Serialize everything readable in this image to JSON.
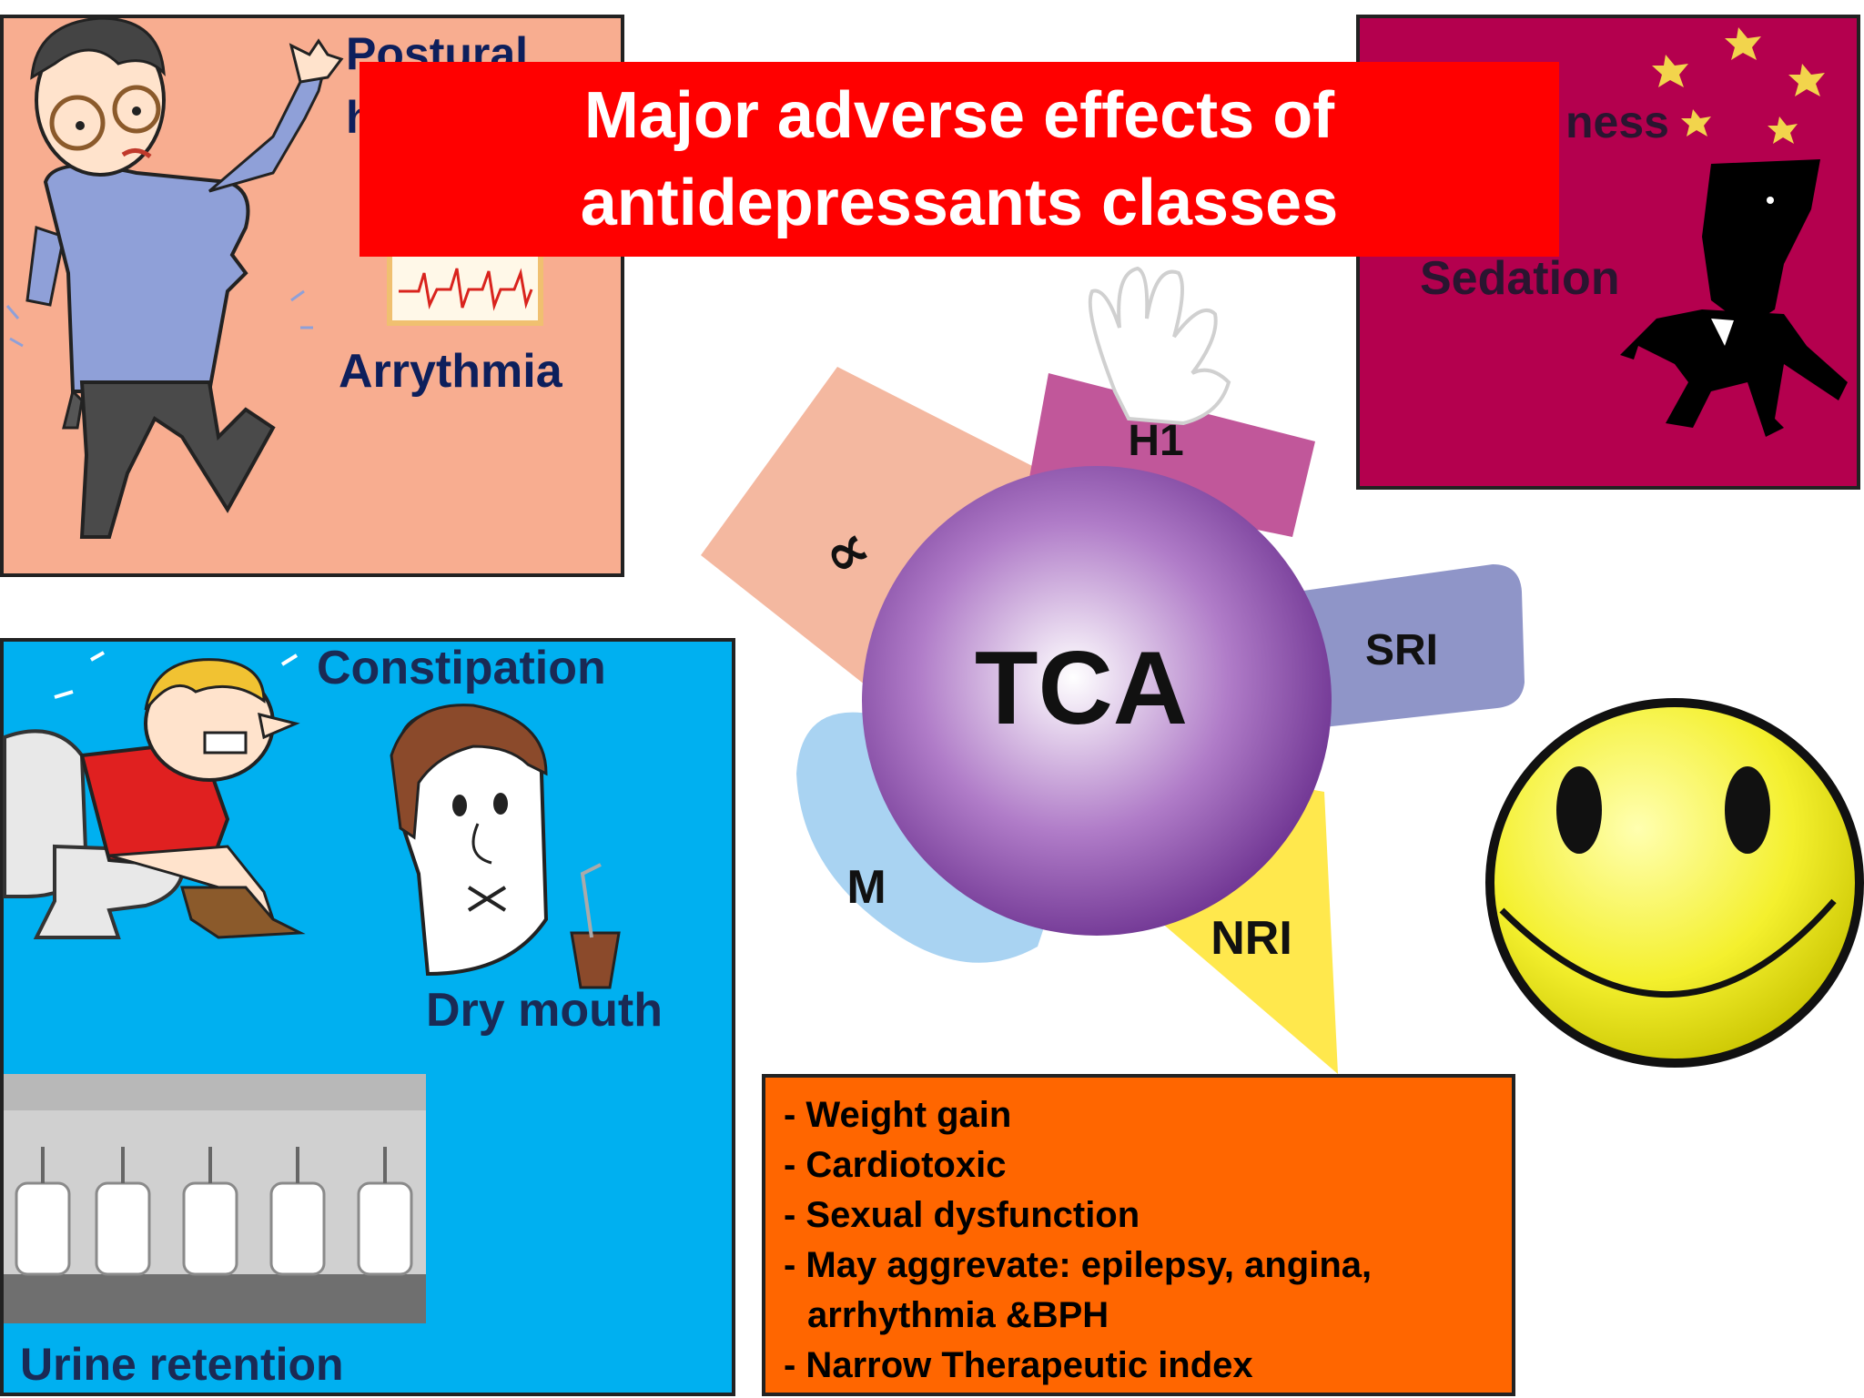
{
  "title": {
    "line1": "Major adverse effects of",
    "line2": "antidepressants classes"
  },
  "panels": {
    "hypotension": {
      "label_top": "Postural",
      "label_fragment": "h",
      "arrhythmia": "Arrythmia"
    },
    "sedation": {
      "label_fragment": "ness",
      "sedation": "Sedation"
    },
    "anticholinergic": {
      "constipation": "Constipation",
      "dry_mouth": "Dry mouth",
      "urine_retention": "Urine retention"
    },
    "other_effects": [
      "- Weight gain",
      "- Cardiotoxic",
      "- Sexual dysfunction",
      "- May aggrevate: epilepsy, angina,",
      "arrhythmia &BPH",
      "- Narrow Therapeutic index"
    ]
  },
  "diagram": {
    "center": "TCA",
    "receptors": {
      "h1": "H1",
      "alpha": "∝",
      "sri": "SRI",
      "m": "M",
      "nri": "NRI"
    }
  },
  "colors": {
    "title_bg": "#ff0000",
    "hypotension_bg": "#f8ad90",
    "sedation_bg": "#b4004e",
    "anticholinergic_bg": "#00b0f0",
    "other_bg": "#ff6600",
    "tca_sphere": "#7b3f9e",
    "h1_block": "#c1579a",
    "alpha_block": "#f4b8a0",
    "sri_block": "#8f95c8",
    "m_block": "#a9d3f2",
    "nri_block": "#ffe84d",
    "smiley": "#f2f02a",
    "label_navy": "#0d1f5c"
  }
}
